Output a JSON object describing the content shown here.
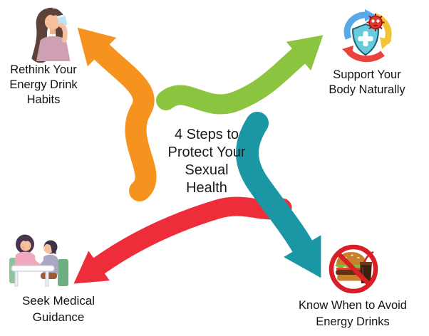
{
  "title": "4 Steps to\nProtect Your\nSexual\nHealth",
  "steps": [
    {
      "id": "rethink-habits",
      "label": "Rethink Your\nEnergy Drink\nHabits",
      "icon": "woman-drinking-water",
      "arrow_color": "#F6921E",
      "arrow_direction": "to-top-left"
    },
    {
      "id": "support-body",
      "label": "Support Your\nBody Naturally",
      "icon": "immune-shield-cycle",
      "arrow_color": "#8BC540",
      "arrow_direction": "to-top-right"
    },
    {
      "id": "seek-guidance",
      "label": "Seek Medical\nGuidance",
      "icon": "medical-consultation",
      "arrow_color": "#EE2D3A",
      "arrow_direction": "to-bottom-left"
    },
    {
      "id": "know-when-avoid",
      "label": "Know When to Avoid\nEnergy Drinks",
      "icon": "no-burger-and-soda",
      "arrow_color": "#1B96A5",
      "arrow_direction": "to-bottom-right"
    }
  ]
}
